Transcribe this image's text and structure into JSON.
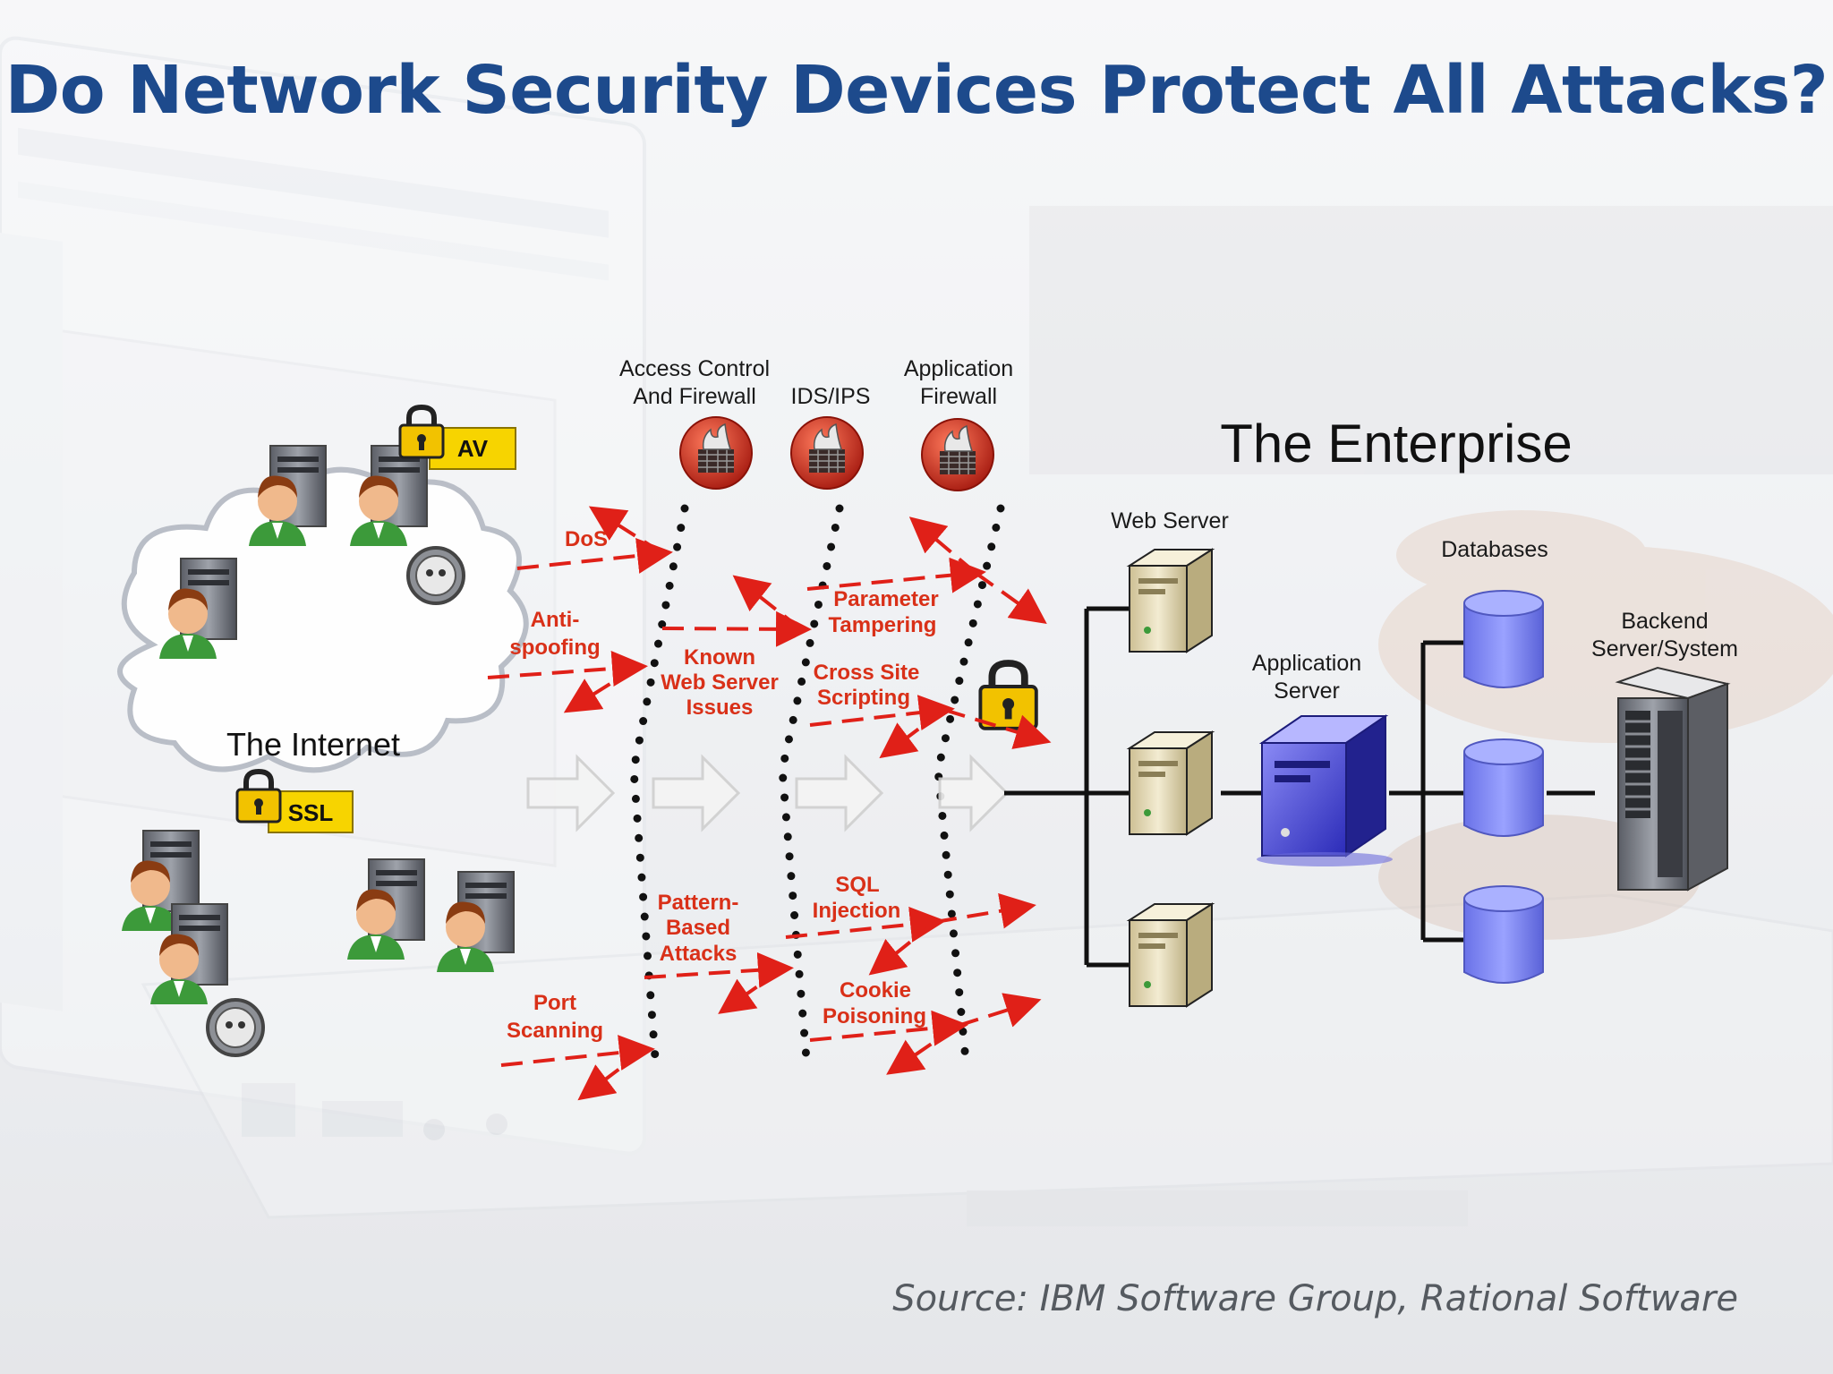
{
  "title": "Do Network Security Devices Protect All Attacks?",
  "source": "Source: IBM Software Group, Rational Software",
  "internet": {
    "label": "The Internet",
    "av_tag": "AV",
    "ssl_tag": "SSL"
  },
  "security_layers": {
    "access_control": [
      "Access Control",
      "And Firewall"
    ],
    "ids_ips": "IDS/IPS",
    "app_firewall": [
      "Application",
      "Firewall"
    ]
  },
  "enterprise": {
    "title": "The Enterprise",
    "web_server": "Web Server",
    "databases": "Databases",
    "app_server": [
      "Application",
      "Server"
    ],
    "backend": [
      "Backend",
      "Server/System"
    ]
  },
  "attacks": {
    "dos": "DoS",
    "anti_spoofing": [
      "Anti-",
      "spoofing"
    ],
    "port_scanning": [
      "Port",
      "Scanning"
    ],
    "known_ws": [
      "Known",
      "Web Server",
      "Issues"
    ],
    "pattern": [
      "Pattern-",
      "Based",
      "Attacks"
    ],
    "param": [
      "Parameter",
      "Tampering"
    ],
    "xss": [
      "Cross Site",
      "Scripting"
    ],
    "sql": [
      "SQL",
      "Injection"
    ],
    "cookie": [
      "Cookie",
      "Poisoning"
    ]
  },
  "colors": {
    "title": "#1d4a8c",
    "attack_red": "#d93018",
    "lock_gold": "#f2c200",
    "tag_yellow": "#f7d400",
    "firewall_red": "#c82a1c",
    "server_beige": "#e8dfbf",
    "app_server_blue": "#3a3ad0",
    "db_blue": "#7b84ef",
    "user_green": "#3c9a3a"
  }
}
